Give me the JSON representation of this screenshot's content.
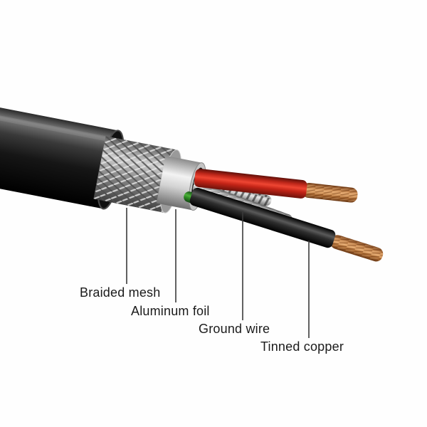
{
  "diagram": {
    "subject": "stripped-cable-cross-section",
    "labels": {
      "braided_mesh": "Braided mesh",
      "aluminum_foil": "Aluminum foil",
      "ground_wire": "Ground wire",
      "tinned_copper": "Tinned copper"
    },
    "colors": {
      "background": "#ffffff",
      "jacket": "#0f0f0f",
      "braided_mesh": "#b9b9b9",
      "aluminum_foil": "#e4e4e4",
      "red_wire": "#d32f1f",
      "green_wire": "#3a9a2c",
      "black_wire": "#161616",
      "tinned_copper": "#c98950",
      "ground_wire_silver": "#c6c6c6",
      "leader_line": "#3a3a3a",
      "label_text": "#1b1b1b"
    }
  }
}
